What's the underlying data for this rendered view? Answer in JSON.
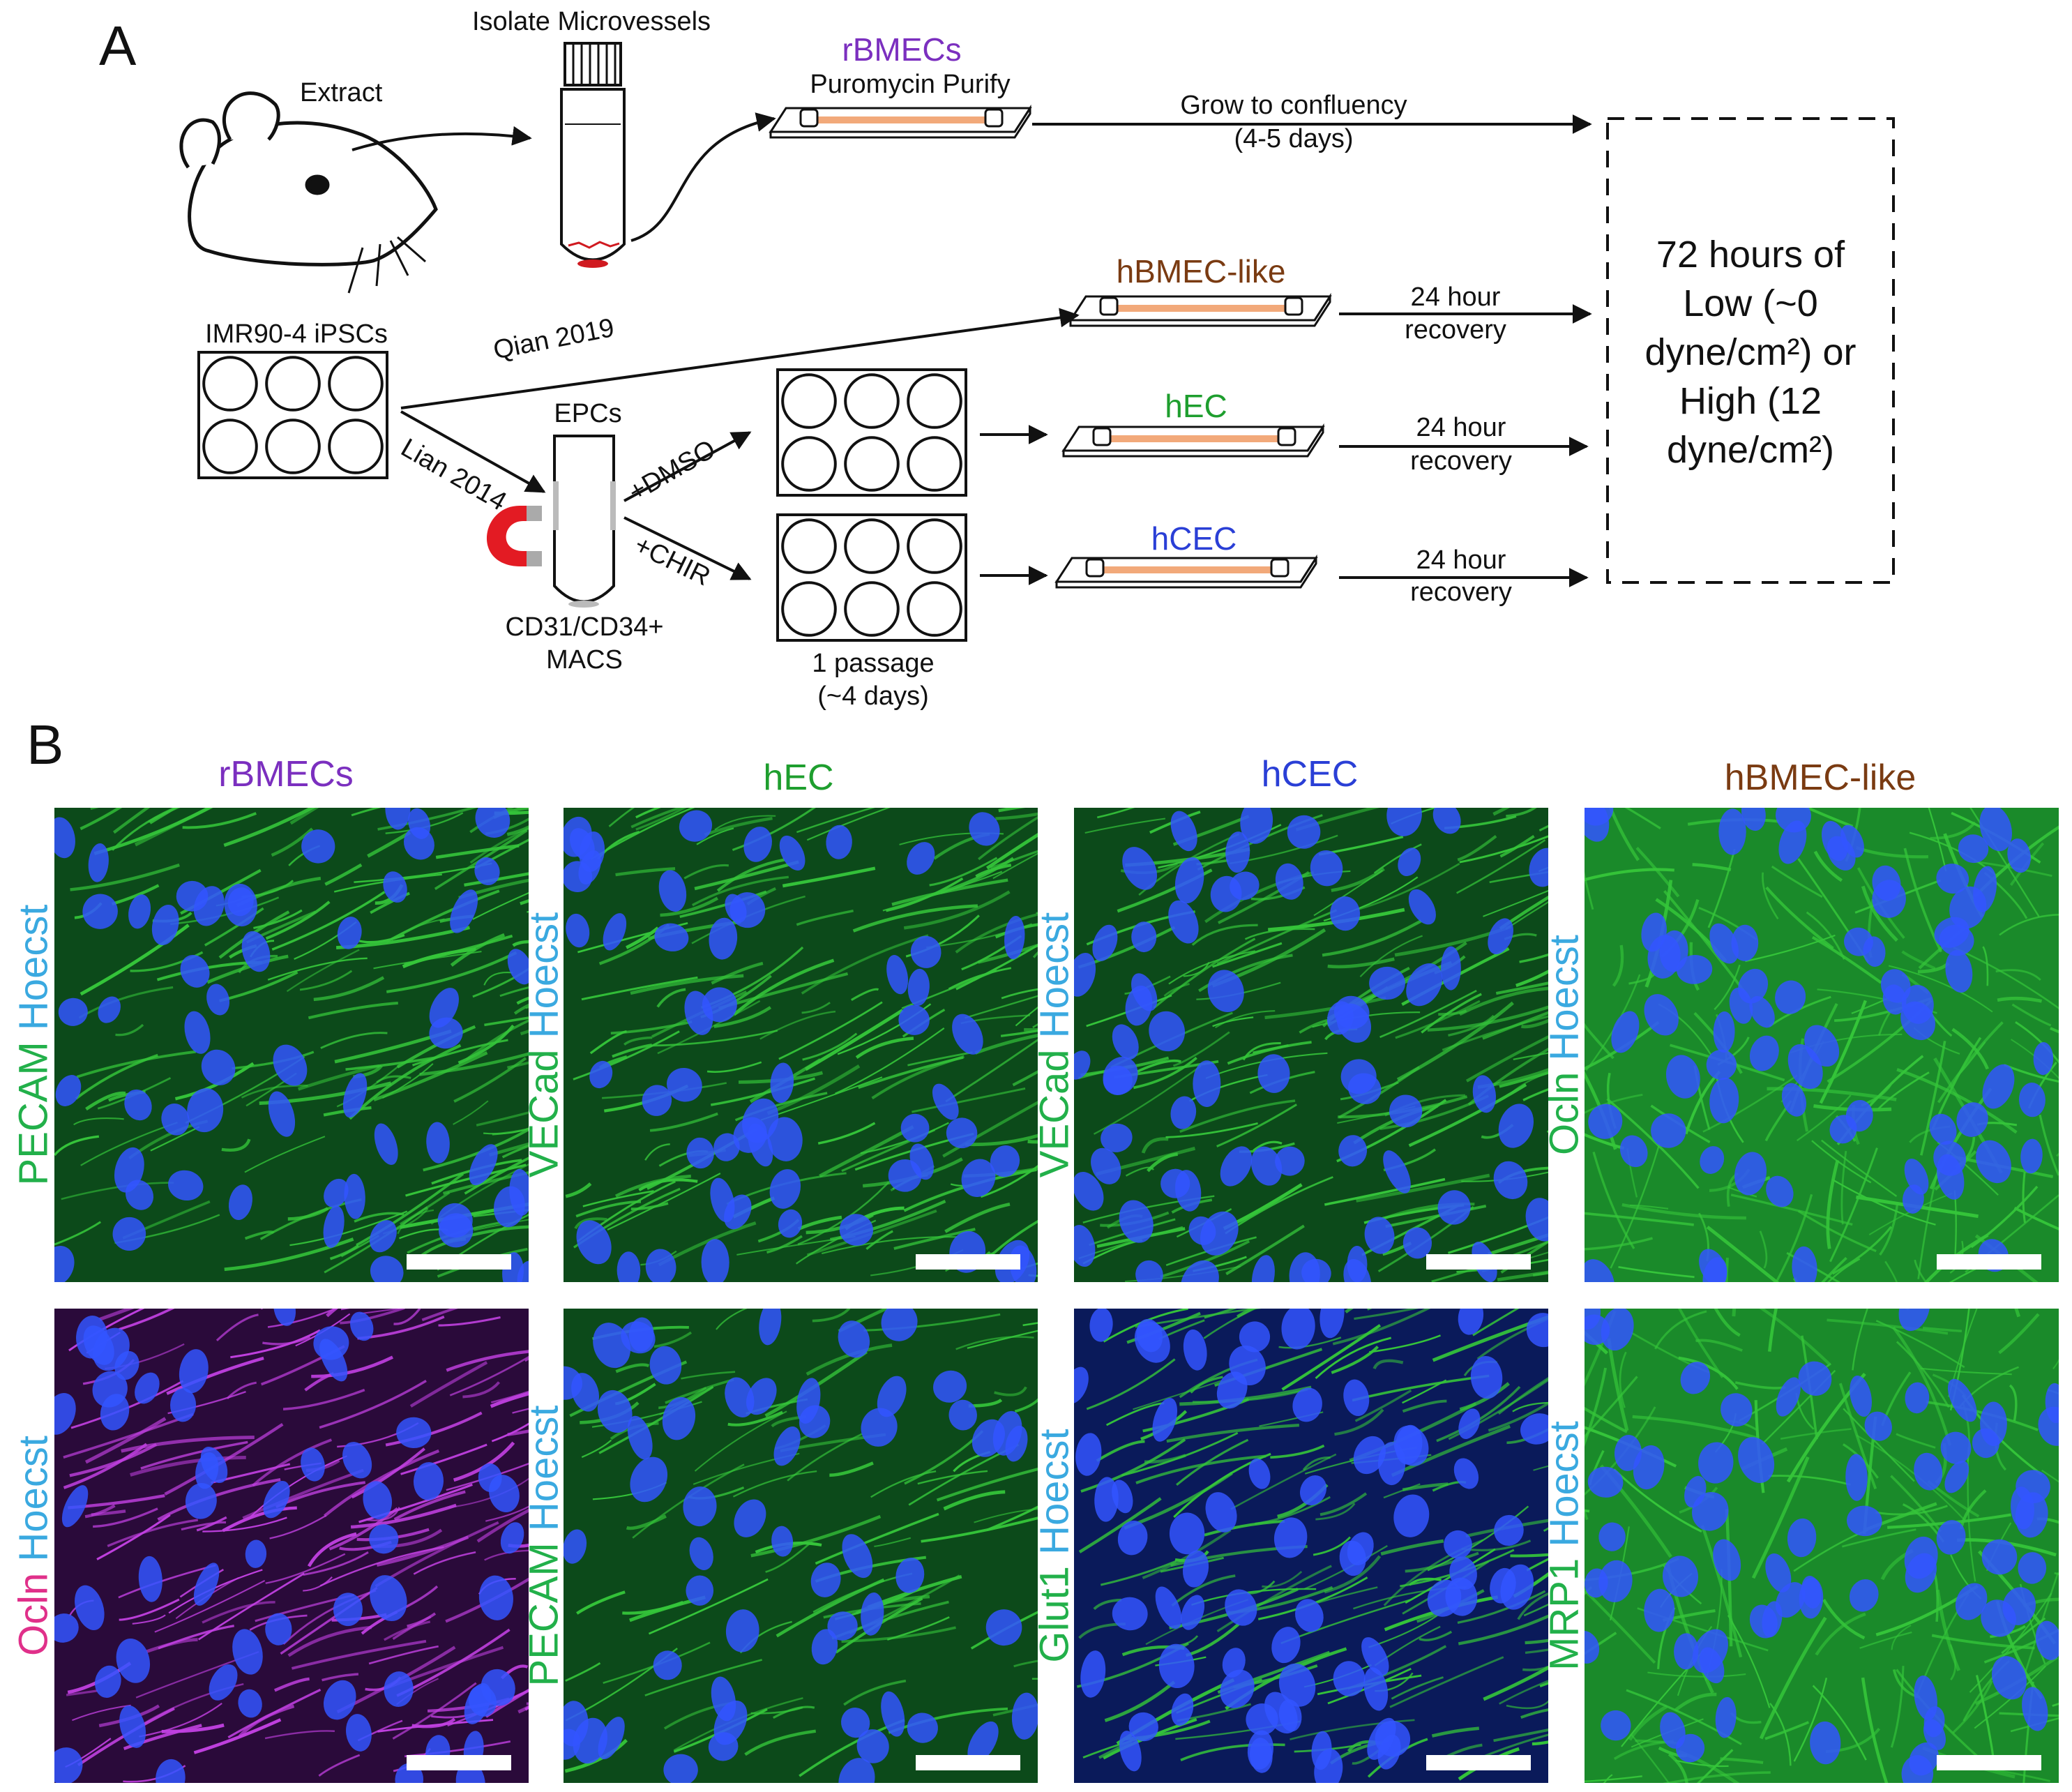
{
  "panel_a": {
    "letter": "A",
    "extract": "Extract",
    "isolate": "Isolate Microvessels",
    "rbmecs": "rBMECs",
    "puromycin": "Puromycin Purify",
    "grow_line1": "Grow to confluency",
    "grow_line2": "(4-5 days)",
    "hbmec_like": "hBMEC-like",
    "hec": "hEC",
    "hcec": "hCEC",
    "recovery_line1": "24 hour",
    "recovery_line2": "recovery",
    "imr90": "IMR90-4 iPSCs",
    "qian": "Qian 2019",
    "lian": "Lian 2014",
    "epcs": "EPCs",
    "dmso": "+DMSO",
    "chir": "+CHIR",
    "macs_line1": "CD31/CD34+",
    "macs_line2": "MACS",
    "passage_line1": "1 passage",
    "passage_line2": "(~4 days)",
    "box_lines": [
      "72 hours of",
      "Low (~0",
      "dyne/cm²) or",
      "High (12",
      "dyne/cm²)"
    ]
  },
  "panel_b": {
    "letter": "B",
    "columns": [
      {
        "title": "rBMECs",
        "color": "#7b2fbf"
      },
      {
        "title": "hEC",
        "color": "#1e9e2e"
      },
      {
        "title": "hCEC",
        "color": "#2a3fd6"
      },
      {
        "title": "hBMEC-like",
        "color": "#7a3b12"
      }
    ],
    "stain_hoechst": "Hoecst",
    "row1": [
      "PECAM",
      "VECad",
      "VECad",
      "Ocln"
    ],
    "row2": [
      "Ocln",
      "PECAM",
      "Glut1",
      "MRP1"
    ]
  },
  "colors": {
    "green_label": "#22b04a",
    "hoechst_label": "#3aa9e0",
    "ocln_pink": "#e0308a",
    "channel": "#f2a97a",
    "magnet_red": "#e31b23",
    "cell_green": "#35c53a",
    "nucleus_blue": "#3355ff",
    "magenta": "#c040e0"
  }
}
